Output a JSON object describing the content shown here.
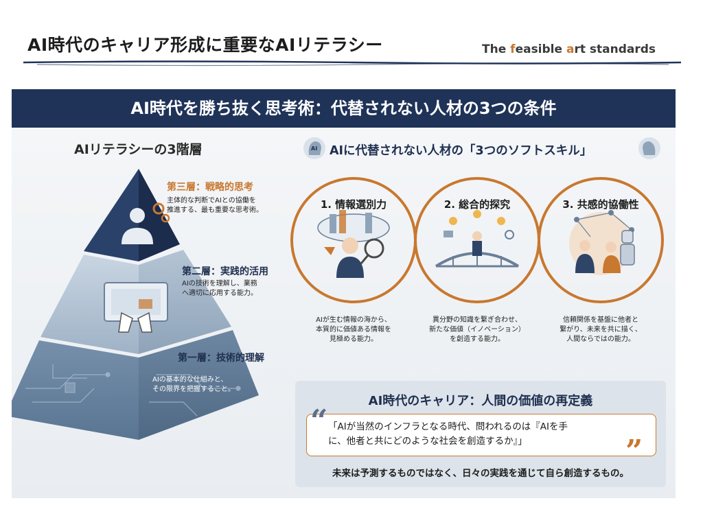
{
  "header": {
    "title": "AI時代のキャリア形成に重要なAIリテラシー",
    "brand_parts": [
      "The ",
      "f",
      "easible ",
      "a",
      "rt standards"
    ]
  },
  "banner": {
    "text": "AI時代を勝ち抜く思考術：代替されない人材の3つの条件"
  },
  "pyramid": {
    "heading": "AIリテラシーの3階層",
    "layers": [
      {
        "title": "第三層：戦略的思考",
        "desc": [
          "主体的な判断でAIとの協働を",
          "推進する、最も重要な思考術。"
        ]
      },
      {
        "title": "第二層：実践的活用",
        "desc": [
          "AIの技術を理解し、業務",
          "へ適切に応用する能力。"
        ]
      },
      {
        "title": "第一層：技術的理解",
        "desc": [
          "AIの基本的な仕組みと、",
          "その限界を把握すること。"
        ]
      }
    ]
  },
  "skills": {
    "heading": "AIに代替されない人材の「3つのソフトスキル」",
    "items": [
      {
        "title": "1. 情報選別力",
        "desc": [
          "AIが生む情報の海から、",
          "本質的に価値ある情報を",
          "見極める能力。"
        ]
      },
      {
        "title": "2. 総合的探究",
        "desc": [
          "異分野の知識を繋ぎ合わせ、",
          "新たな価値（イノベーション）",
          "を創造する能力。"
        ]
      },
      {
        "title": "3. 共感的協働性",
        "desc": [
          "信頼関係を基盤に他者と",
          "繋がり、未来を共に描く、",
          "人間ならではの能力。"
        ]
      }
    ]
  },
  "career": {
    "heading": "AI時代のキャリア：人間の価値の再定義",
    "quote_lines": [
      "「AIが当然のインフラとなる時代、問われるのは『AIを手",
      "に、他者と共にどのような社会を創造するか』」"
    ],
    "open_mark": "“",
    "close_mark": "”",
    "footer": "未来は予測するものではなく、日々の実践を通じて自ら創造するもの。"
  },
  "colors": {
    "navy": "#1f3358",
    "accent_orange": "#c8782f",
    "panel_gray": "#dce3ea"
  },
  "icons": [
    "person-gears-icon",
    "hands-laptop-icon",
    "circuit-board-icon",
    "ai-head-icon",
    "magnifier-person-icon",
    "bridge-person-icon",
    "handshake-robot-icon"
  ]
}
